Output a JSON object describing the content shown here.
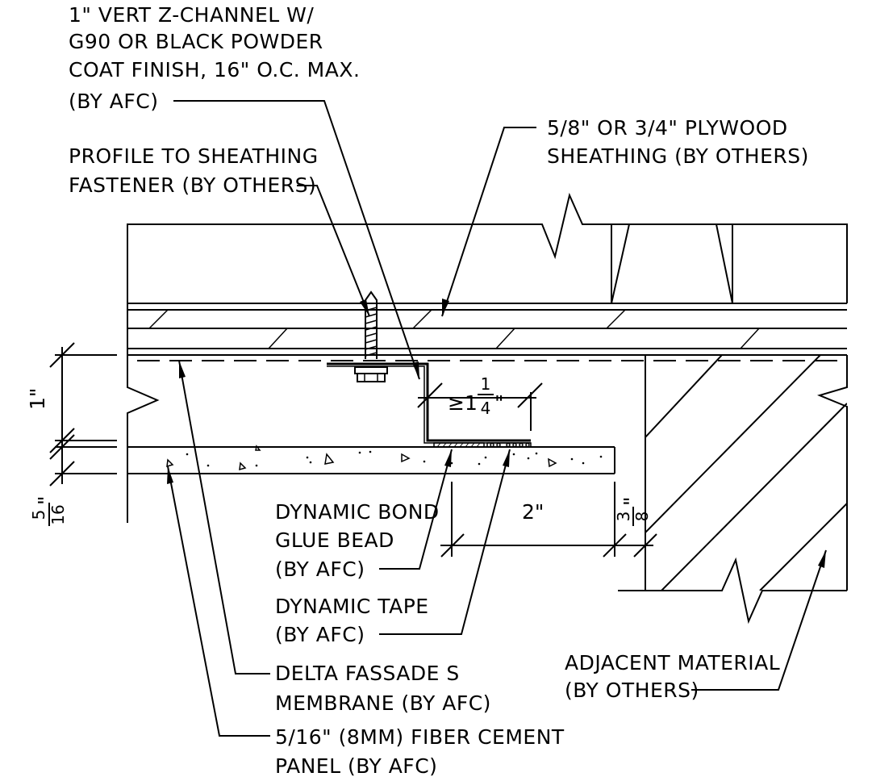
{
  "annotations": {
    "z_channel": [
      "1\" VERT Z-CHANNEL W/",
      "G90 OR BLACK POWDER",
      "COAT FINISH, 16\" O.C. MAX.",
      "(BY AFC)"
    ],
    "plywood": [
      "5/8\" OR 3/4\" PLYWOOD",
      "SHEATHING (BY OTHERS)"
    ],
    "fastener": [
      "PROFILE TO SHEATHING",
      "FASTENER (BY OTHERS)"
    ],
    "glue_bead": [
      "DYNAMIC BOND",
      "GLUE BEAD",
      "(BY AFC)"
    ],
    "tape": [
      "DYNAMIC TAPE",
      "(BY AFC)"
    ],
    "membrane": [
      "DELTA FASSADE S",
      "MEMBRANE (BY AFC)"
    ],
    "panel": [
      "5/16\" (8MM) FIBER CEMENT",
      "PANEL (BY AFC)"
    ],
    "adjacent": [
      "ADJACENT MATERIAL",
      "(BY OTHERS)"
    ]
  },
  "dimensions": {
    "cavity": "1\"",
    "panel_thickness_num": "5",
    "panel_thickness_den": "16",
    "panel_thickness_inch": "\"",
    "min_width_prefix": "≥1",
    "min_width_num": "1",
    "min_width_den": "4",
    "min_width_inch": "\"",
    "overhang": "2\"",
    "gap_num": "3",
    "gap_den": "8",
    "gap_inch": "\""
  }
}
